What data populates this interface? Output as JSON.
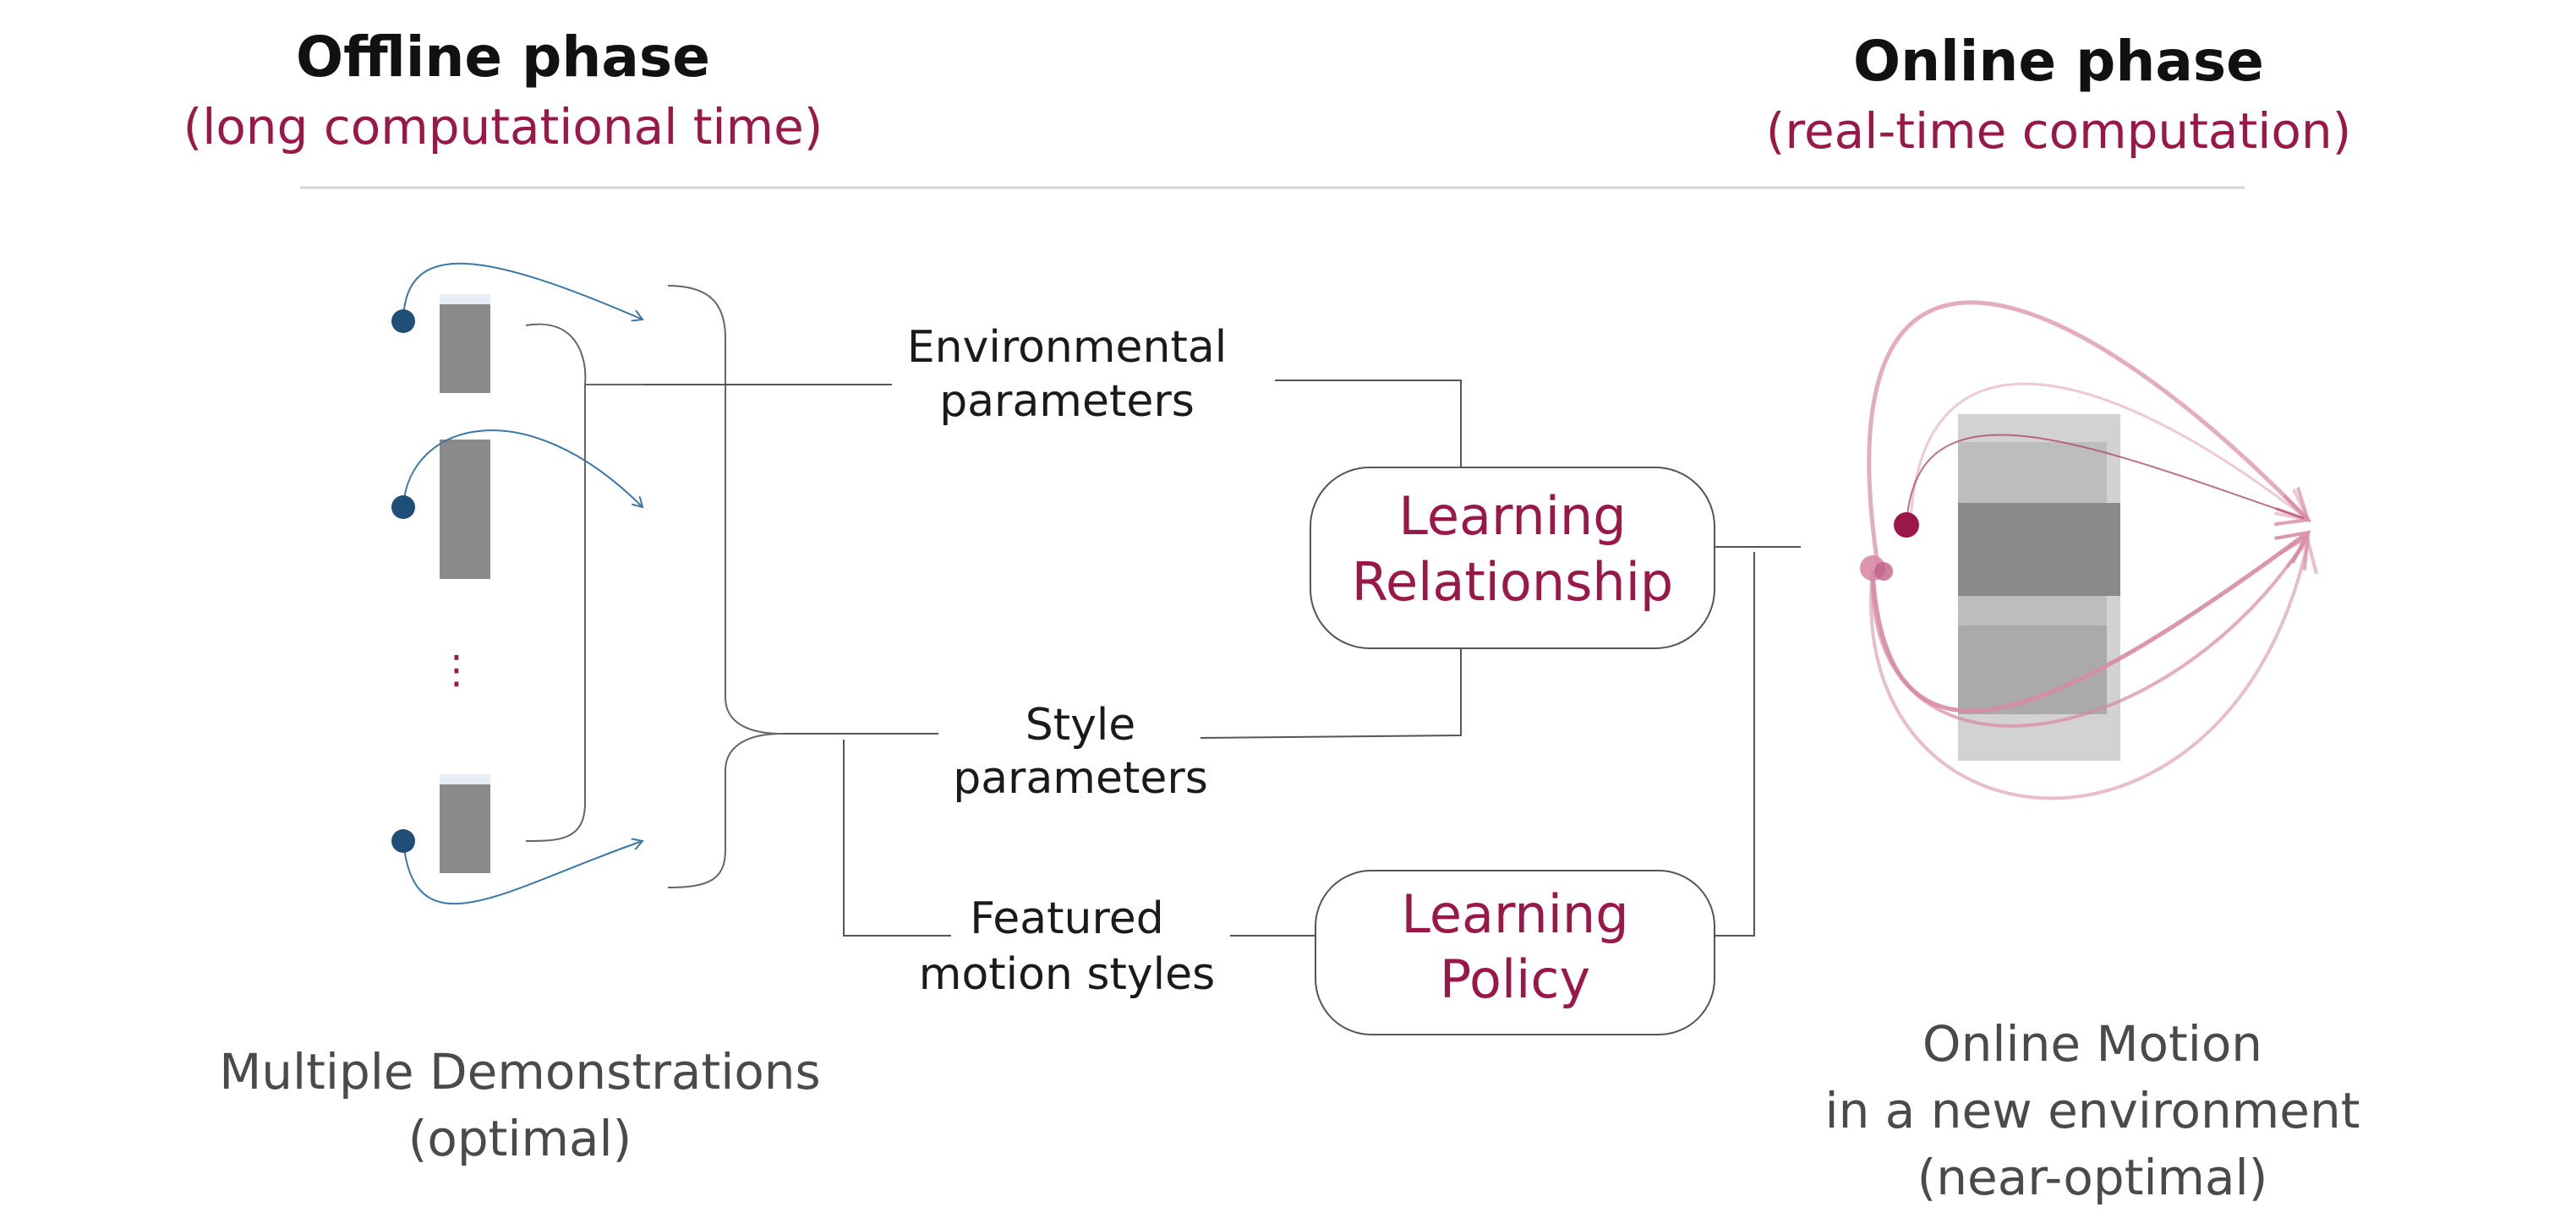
{
  "offline": {
    "title": "Offline phase",
    "subtitle": "(long computational time)"
  },
  "online": {
    "title": "Online phase",
    "subtitle": "(real-time computation)"
  },
  "params": {
    "env_line1": "Environmental",
    "env_line2": "parameters",
    "style_line1": "Style",
    "style_line2": "parameters",
    "feat_line1": "Featured",
    "feat_line2": "motion styles"
  },
  "boxes": {
    "relationship_line1": "Learning",
    "relationship_line2": "Relationship",
    "policy_line1": "Learning",
    "policy_line2": "Policy"
  },
  "demos": {
    "ellipsis": "⋮",
    "caption_line1": "Multiple Demonstrations",
    "caption_line2": "(optimal)"
  },
  "motion": {
    "caption_line1": "Online Motion",
    "caption_line2": "in a new environment",
    "caption_line3": "(near-optimal)"
  },
  "colors": {
    "accent": "#9a1848",
    "demo_dot": "#1f4e79",
    "demo_path": "#3a78a8",
    "obstacle": "#8a8a8a",
    "online_path": "#d88aa4"
  }
}
